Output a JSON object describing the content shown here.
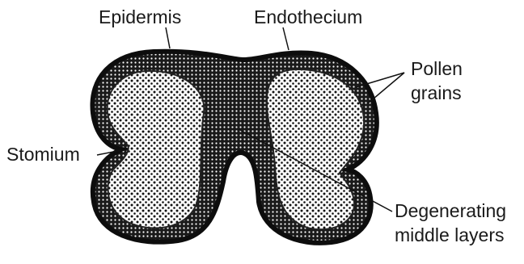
{
  "diagram": {
    "labels": {
      "epidermis": "Epidermis",
      "endothecium": "Endothecium",
      "pollen_line1": "Pollen",
      "pollen_line2": "grains",
      "stomium": "Stomium",
      "degen_line1": "Degenerating",
      "degen_line2": "middle layers"
    }
  }
}
